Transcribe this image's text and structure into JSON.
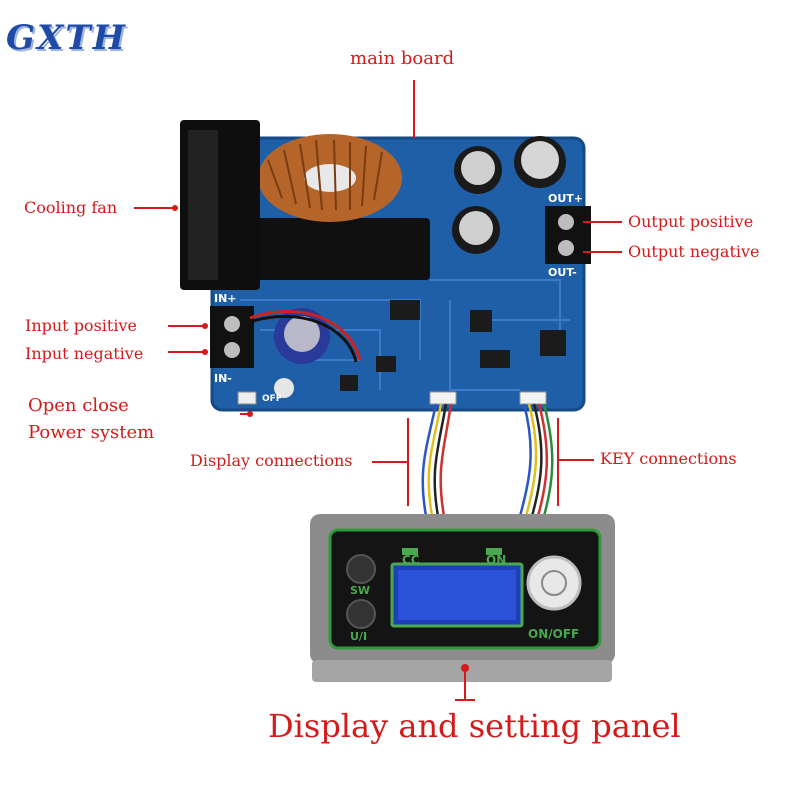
{
  "brand": {
    "logo_text": "GXTH"
  },
  "labels": {
    "main_board": "main board",
    "cooling_fan": "Cooling fan",
    "output_positive": "Output positive",
    "output_negative": "Output negative",
    "input_positive": "Input positive",
    "input_negative": "Input negative",
    "open_close_line1": "Open close",
    "open_close_line2": "Power system",
    "display_connections": "Display connections",
    "key_connections": "KEY connections",
    "panel_title": "Display and setting panel"
  },
  "board_markings": {
    "in_plus": "IN+",
    "in_minus": "IN-",
    "out_plus": "OUT+",
    "out_minus": "OUT-",
    "off": "OFF"
  },
  "panel_markings": {
    "cc": "CC",
    "on": "ON",
    "sw": "SW",
    "ui": "U/I",
    "on_off": "ON/OFF"
  },
  "colors": {
    "label_red": "#d41a1a",
    "pcb_blue": "#1f5fa8",
    "logo_blue": "#1f4aa8",
    "panel_gray": "#8c8c8c",
    "panel_green": "#2f9a3a"
  }
}
